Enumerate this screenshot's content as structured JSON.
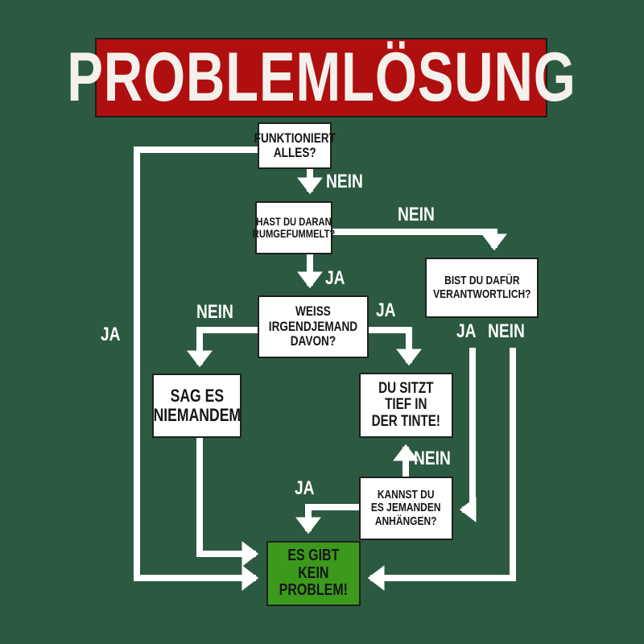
{
  "title": "PROBLEMLÖSUNG",
  "colors": {
    "background": "#2c5a40",
    "title_bg": "#b00f0f",
    "box": "#ffffff",
    "end_box": "#3b9a1c",
    "arrows": "#ffffff"
  },
  "nodes": {
    "works": "FUNKTIONIERT\nALLES?",
    "tinkered": "HAST DU DARAN\nRUMGEFUMMELT?",
    "responsible": "BIST DU DAFÜR\nVERANTWORTLICH?",
    "anyone_knows": "WEISS\nIRGENDJEMAND\nDAVON?",
    "tell_nobody": "SAG ES\nNIEMANDEM",
    "in_trouble": "DU SITZT\nTIEF IN\nDER TINTE!",
    "blame": "KANNST DU\nES JEMANDEN\nANHÄNGEN?",
    "no_problem": "ES GIBT\nKEIN\nPROBLEM!"
  },
  "edge_labels": {
    "works_no": "NEIN",
    "works_yes": "JA",
    "tinkered_no": "NEIN",
    "tinkered_yes": "JA",
    "knows_no": "NEIN",
    "knows_yes": "JA",
    "responsible_yes": "JA",
    "responsible_no": "NEIN",
    "blame_no": "NEIN",
    "blame_yes": "JA"
  }
}
